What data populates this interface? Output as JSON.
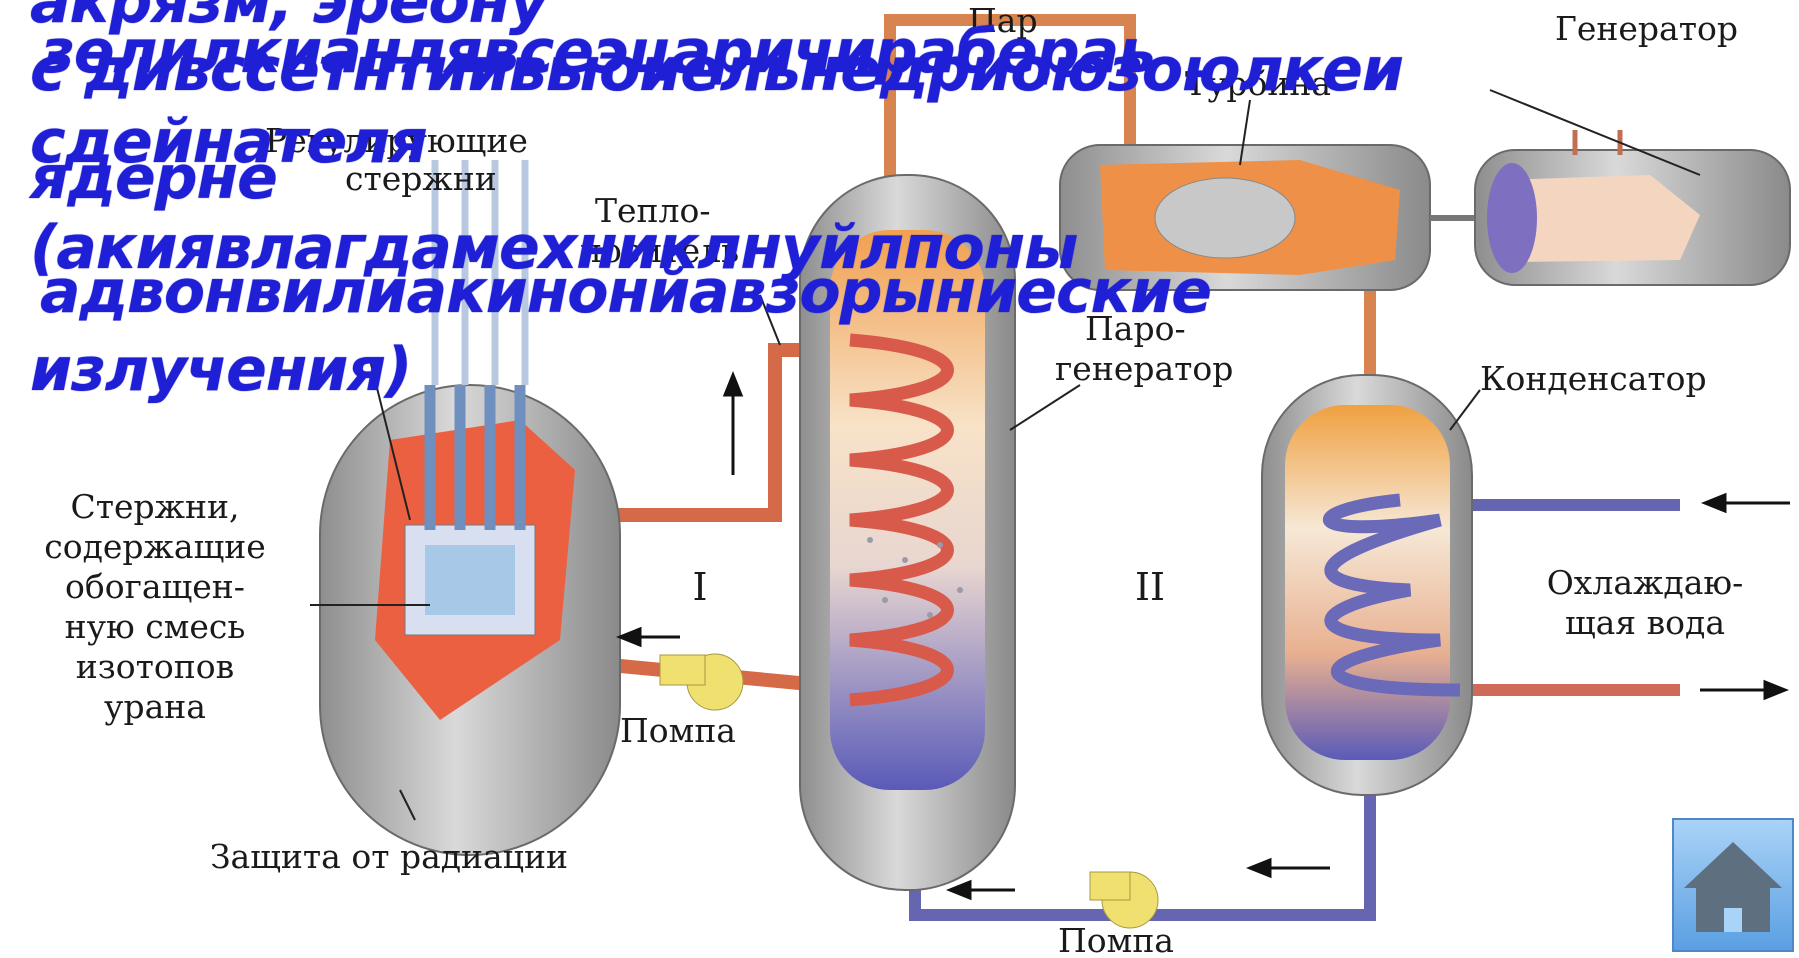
{
  "overlay_lines": [
    "акрязм, эреону",
    "зелилкианлявсеэцаричирабераь",
    "с дивссетнтиивыоиельнедриоюзоюлкеи",
    "сдейнателя",
    "ядерне",
    "(акиявлагдамехниклнуйлпоны",
    "адвонвилиакинонйавзорыниеские",
    "излучения)"
  ],
  "labels": {
    "steam_top": "Пар",
    "generator": "Генератор",
    "turbine": "Турбина",
    "regulating_rods_1": "Регулирующие",
    "regulating_rods_2": "стержни",
    "heat_carrier_1": "Тепло-",
    "heat_carrier_2": "носитель",
    "steam_gen_1": "Паро-",
    "steam_gen_2": "генератор",
    "condenser": "Конденсатор",
    "rods_1": "Стержни,",
    "rods_2": "содержащие",
    "rods_3": "обогащен-",
    "rods_4": "ную смесь",
    "rods_5": "изотопов",
    "rods_6": "урана",
    "circuit_1": "I",
    "circuit_2": "II",
    "cooling_1": "Охлаждаю-",
    "cooling_2": "щая вода",
    "pump_1": "Помпа",
    "pump_2": "Помпа",
    "radiation": "Защита от радиации"
  },
  "colors": {
    "primary_loop": "#e06840",
    "secondary_loop": "#6a6ab4",
    "vessel": "#b8b8b8",
    "overlay_text": "#1f1fd6",
    "home_button": "#6aaeea"
  },
  "icons": {
    "home": "home-icon"
  }
}
